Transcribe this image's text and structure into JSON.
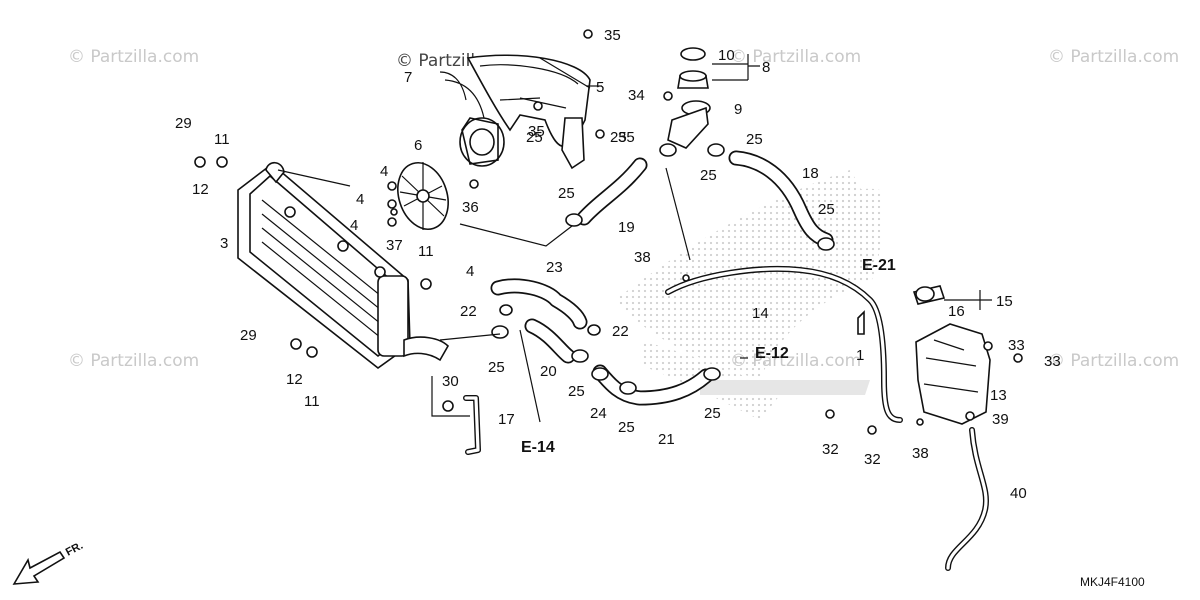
{
  "watermarks": [
    "© Partzilla.com",
    "© Partzilla.com",
    "© Partzilla.com",
    "© Partzilla.com",
    "© Partzilla.com",
    "© Partzilla.com",
    "© Partzilla.com"
  ],
  "direction_label": "FR.",
  "diagram_code": "MKJ4F4100",
  "refs": [
    "E-21",
    "E-12",
    "E-14"
  ],
  "callouts": [
    "1",
    "3",
    "4",
    "4",
    "4",
    "4",
    "5",
    "6",
    "7",
    "8",
    "9",
    "10",
    "11",
    "11",
    "11",
    "12",
    "12",
    "13",
    "14",
    "15",
    "16",
    "17",
    "18",
    "19",
    "20",
    "21",
    "22",
    "22",
    "23",
    "24",
    "25",
    "25",
    "25",
    "25",
    "25",
    "25",
    "25",
    "25",
    "25",
    "25",
    "29",
    "29",
    "30",
    "32",
    "32",
    "33",
    "33",
    "34",
    "35",
    "35",
    "35",
    "36",
    "37",
    "38",
    "38",
    "39",
    "40"
  ]
}
